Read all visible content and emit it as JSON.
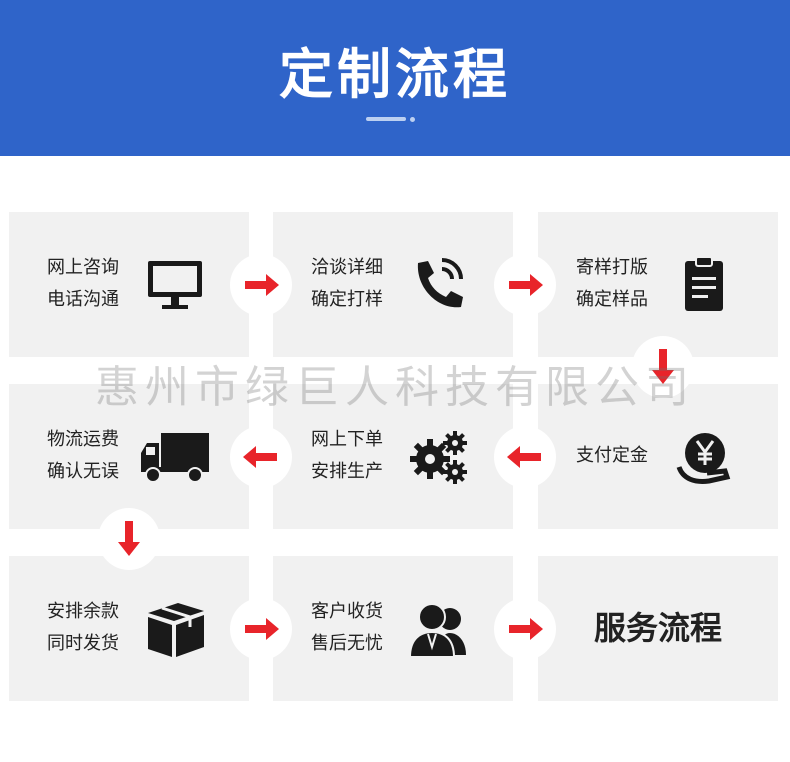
{
  "header": {
    "title": "定制流程"
  },
  "steps": [
    {
      "line1": "网上咨询",
      "line2": "电话沟通",
      "icon": "monitor-icon"
    },
    {
      "line1": "洽谈详细",
      "line2": "确定打样",
      "icon": "phone-icon"
    },
    {
      "line1": "寄样打版",
      "line2": "确定样品",
      "icon": "clipboard-icon"
    },
    {
      "line1": "支付定金",
      "icon": "yuan-coin-hand-icon"
    },
    {
      "line1": "网上下单",
      "line2": "安排生产",
      "icon": "gears-icon"
    },
    {
      "line1": "物流运费",
      "line2": "确认无误",
      "icon": "truck-icon"
    },
    {
      "line1": "安排余款",
      "line2": "同时发货",
      "icon": "box-icon"
    },
    {
      "line1": "客户收货",
      "line2": "售后无忧",
      "icon": "users-icon"
    },
    {
      "line1": "服务流程"
    }
  ],
  "watermark": "惠州市绿巨人科技有限公司",
  "colors": {
    "banner": "#2f64c9",
    "card": "#f1f1f1",
    "arrow": "#e8242a",
    "icon": "#1a1a1a"
  }
}
